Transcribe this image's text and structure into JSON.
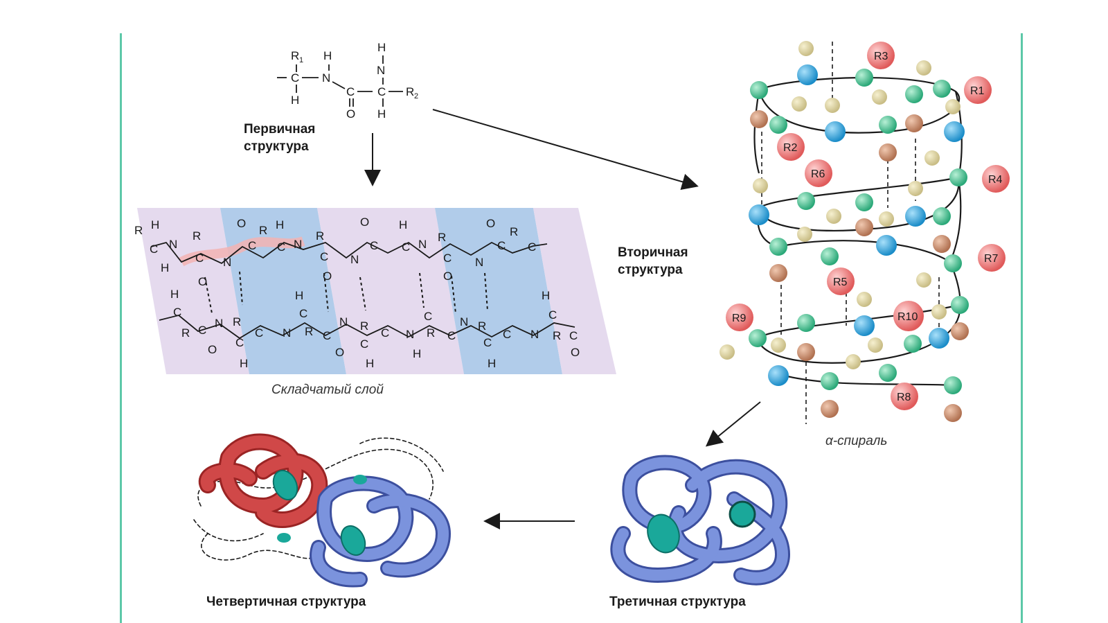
{
  "labels": {
    "primary": "Первичная структура",
    "secondary": "Вторичная структура",
    "pleated": "Складчатый слой",
    "alpha": "α-спираль",
    "tertiary": "Третичная структура",
    "quaternary": "Четвертичная структура"
  },
  "r_groups": [
    "R1",
    "R2",
    "R3",
    "R4",
    "R5",
    "R6",
    "R7",
    "R8",
    "R9",
    "R10"
  ],
  "colors": {
    "frame": "#5cc8a8",
    "sheet_blue": "#a9c6e8",
    "sheet_pink": "#f2c4c4",
    "bead_green": "#3cc48c",
    "bead_blue": "#2aa6e0",
    "bead_tan": "#d8cf9c",
    "bead_red": "#ee7777",
    "bead_brown": "#c88a6a",
    "protein_blue": "#6b82cf",
    "protein_red": "#cc3b3b",
    "heme_teal": "#1aa89a"
  }
}
